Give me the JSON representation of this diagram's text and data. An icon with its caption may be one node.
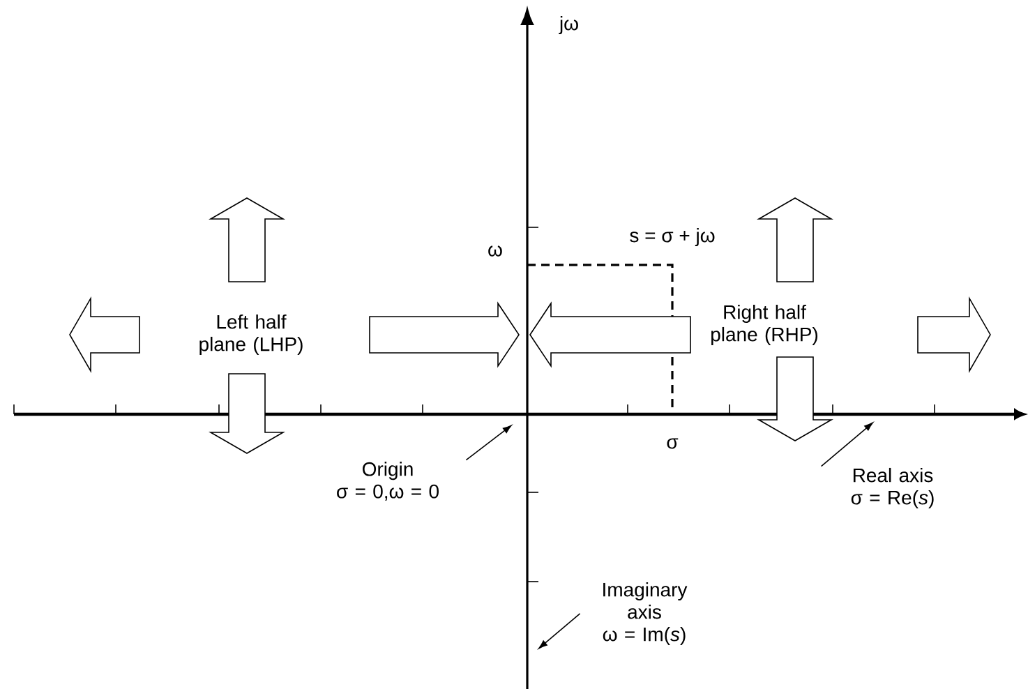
{
  "diagram": {
    "nodes": [
      {
        "text": [
          "Left half plane (LHP)"
        ]
      },
      {
        "text": [
          "Right half plane (RHP)"
        ]
      },
      {
        "text": [
          "Origin",
          "σ = 0,ω = 0"
        ]
      },
      {
        "text": [
          "Real axis",
          "σ = Re(*s*)"
        ]
      },
      {
        "text": [
          "Imaginary axis",
          "ω = Im(*s*)"
        ]
      }
    ],
    "edges": [
      {
        "from": 2,
        "to": null,
        "arrow": "to"
      },
      {
        "from": 3,
        "to": null,
        "arrow": "to"
      },
      {
        "from": 4,
        "to": null,
        "arrow": "to"
      }
    ],
    "labels": [
      "jω",
      "s = σ + jω",
      "ω",
      "σ"
    ]
  }
}
